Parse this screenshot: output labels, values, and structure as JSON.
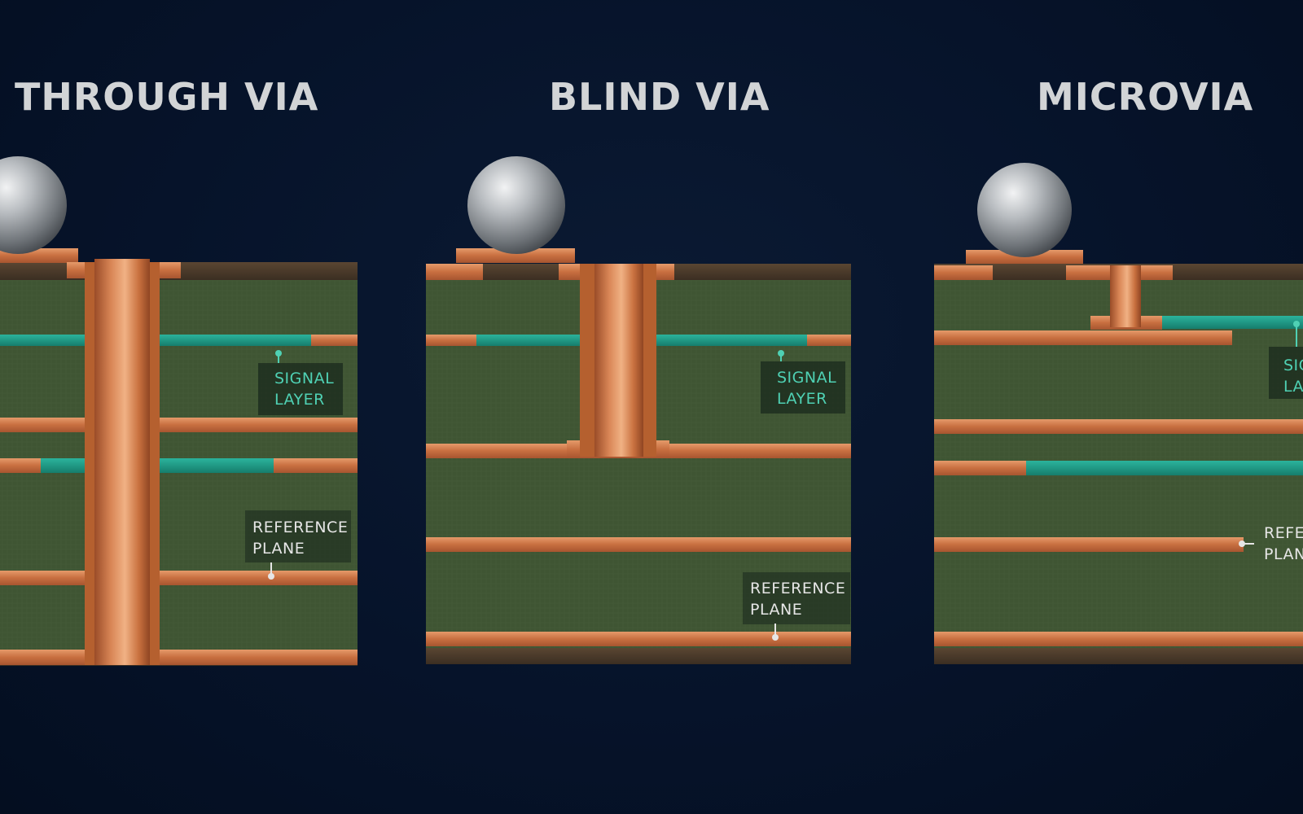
{
  "titles": {
    "through": "THROUGH VIA",
    "blind": "BLIND VIA",
    "micro": "MICROVIA"
  },
  "labels": {
    "through_signal": [
      "SIGNAL",
      "LAYER"
    ],
    "through_reference": [
      "REFERENCE",
      "PLANE"
    ],
    "blind_signal": [
      "SIGNAL",
      "LAYER"
    ],
    "blind_reference": [
      "REFERENCE",
      "PLANE"
    ],
    "micro_signal": [
      "SIG",
      "LA"
    ],
    "micro_reference": [
      "REFE",
      "PLAN"
    ]
  },
  "colors": {
    "background": "#06132a",
    "dielectric": "#3f5533",
    "copper": "#d07a4a",
    "signal_trace": "#1e9a86",
    "signal_text": "#4fd1b4",
    "reference_text": "#e6e6e6",
    "solder_mask": "#4a3b2c"
  }
}
